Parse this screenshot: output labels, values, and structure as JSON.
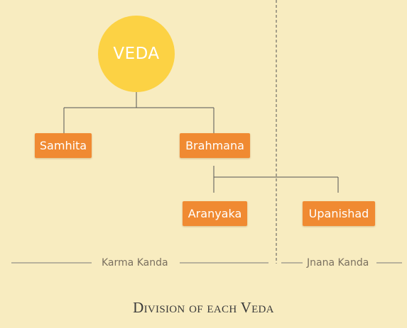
{
  "diagram": {
    "root": {
      "label": "VEDA",
      "color": "#fcd244"
    },
    "nodes": {
      "samhita": "Samhita",
      "brahmana": "Brahmana",
      "aranyaka": "Aranyaka",
      "upanishad": "Upanishad"
    },
    "node_color": "#f08a32",
    "background": "#f8ecc0",
    "sections": {
      "karma": "Karma Kanda",
      "jnana": "Jnana Kanda"
    },
    "title": "Division of each Veda"
  }
}
